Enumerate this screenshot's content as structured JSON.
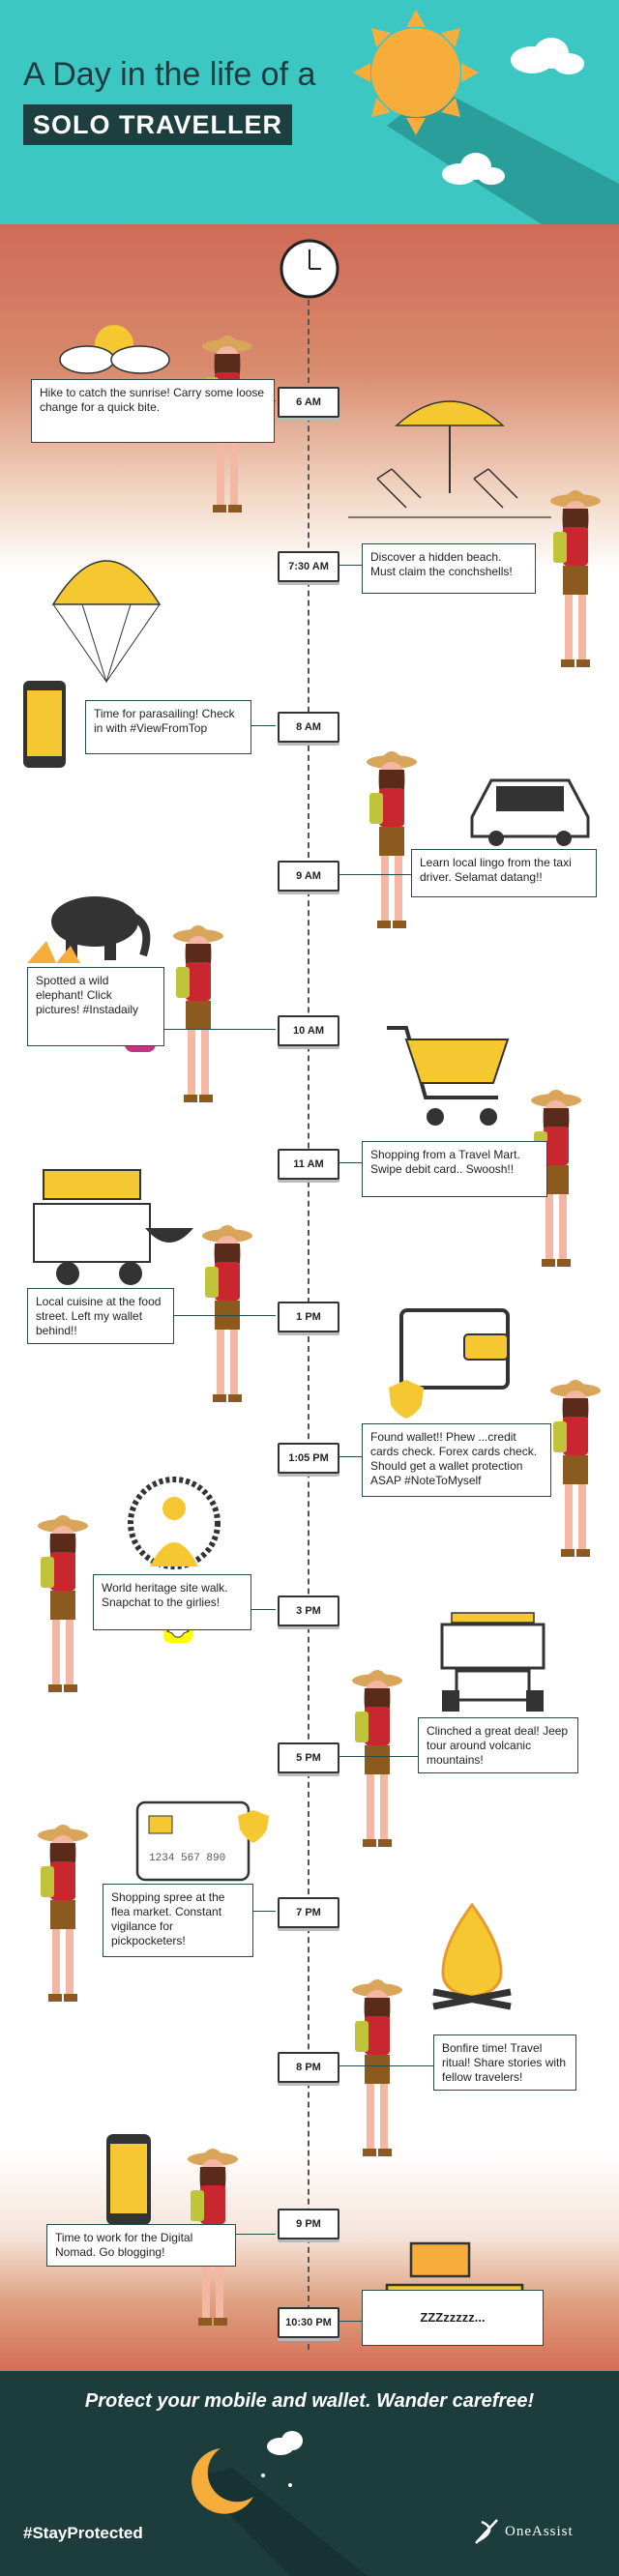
{
  "header": {
    "title_line1": "A Day in the life of a",
    "title_line2": "SOLO TRAVELLER"
  },
  "timeline": [
    {
      "time": "6 AM",
      "caption": "Hike to catch the sunrise! Carry some loose change for a quick bite."
    },
    {
      "time": "7:30 AM",
      "caption": "Discover a hidden beach. Must claim the conchshells!"
    },
    {
      "time": "8 AM",
      "caption": "Time for parasailing! Check in with #ViewFromTop"
    },
    {
      "time": "9 AM",
      "caption": "Learn local lingo from the taxi driver. Selamat datang!!"
    },
    {
      "time": "10 AM",
      "caption": "Spotted a wild elephant! Click pictures! #Instadaily"
    },
    {
      "time": "11 AM",
      "caption": "Shopping from a Travel Mart. Swipe debit card.. Swoosh!!"
    },
    {
      "time": "1 PM",
      "caption": "Local cuisine at the food street. Left my wallet behind!!"
    },
    {
      "time": "1:05 PM",
      "caption": "Found wallet!! Phew ...credit cards check. Forex cards check. Should get a wallet protection ASAP #NoteToMyself"
    },
    {
      "time": "3 PM",
      "caption": "World heritage site walk. Snapchat to the girlies!"
    },
    {
      "time": "5 PM",
      "caption": "Clinched a great deal! Jeep tour around volcanic mountains!"
    },
    {
      "time": "7 PM",
      "caption": "Shopping spree at the flea market. Constant vigilance for pickpocketers!"
    },
    {
      "time": "8 PM",
      "caption": "Bonfire time! Travel ritual! Share stories with fellow travelers!"
    },
    {
      "time": "9 PM",
      "caption": "Time to work for the Digital Nomad. Go blogging!"
    },
    {
      "time": "10:30 PM",
      "caption": "ZZZzzzzz..."
    }
  ],
  "card_number": "1234 567 890",
  "footer": {
    "tagline": "Protect your mobile and wallet. Wander carefree!",
    "hashtag": "#StayProtected",
    "brand": "OneAssist"
  },
  "colors": {
    "teal": "#3cc7c2",
    "dark_teal": "#1d3d3d",
    "sun": "#f6ad3c",
    "yellow": "#f5c731",
    "red": "#c8272f"
  }
}
